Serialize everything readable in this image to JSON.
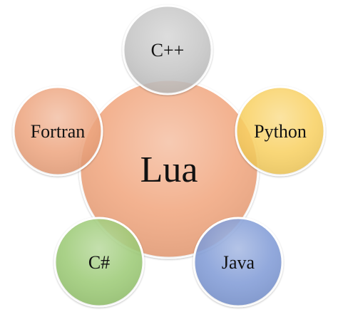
{
  "center": {
    "label": "Lua",
    "color": "#F4A77F"
  },
  "satellites": [
    {
      "id": "cpp",
      "label": "C++",
      "color": "#C6C6C6"
    },
    {
      "id": "python",
      "label": "Python",
      "color": "#FCD25A"
    },
    {
      "id": "java",
      "label": "Java",
      "color": "#7F9BD8"
    },
    {
      "id": "csharp",
      "label": "C#",
      "color": "#9CCB73"
    },
    {
      "id": "fortran",
      "label": "Fortran",
      "color": "#F0A47A"
    }
  ]
}
